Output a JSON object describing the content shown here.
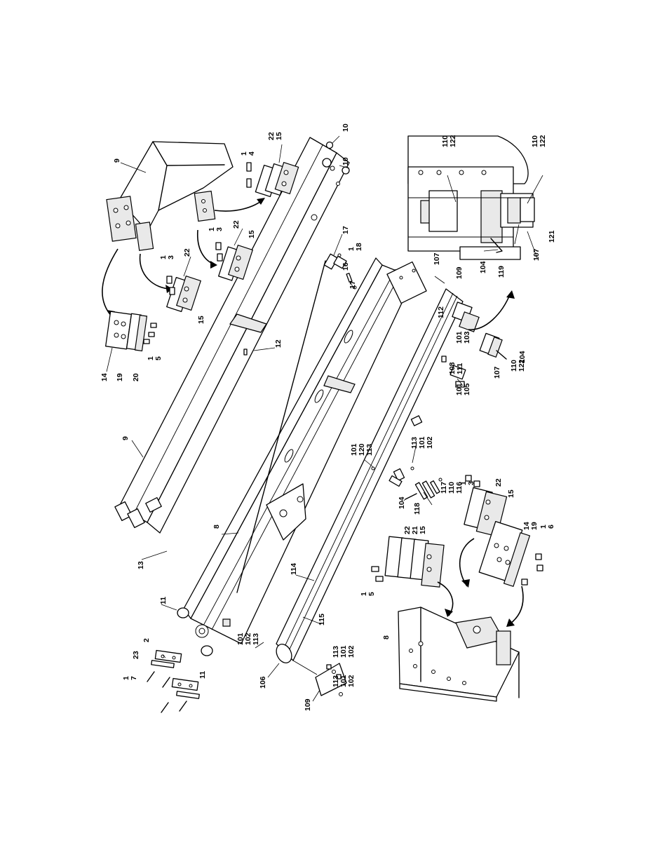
{
  "callouts": [
    {
      "id": "c-9-top",
      "lines": [
        "9"
      ]
    },
    {
      "id": "c-1-4",
      "lines": [
        "1",
        "4"
      ]
    },
    {
      "id": "c-22-15-top",
      "lines": [
        "22",
        "15"
      ]
    },
    {
      "id": "c-10-a",
      "lines": [
        "10"
      ]
    },
    {
      "id": "c-10-b",
      "lines": [
        "10"
      ]
    },
    {
      "id": "c-1-3-a",
      "lines": [
        "1",
        "3"
      ]
    },
    {
      "id": "c-22-a",
      "lines": [
        "22"
      ]
    },
    {
      "id": "c-15-a",
      "lines": [
        "15"
      ]
    },
    {
      "id": "c-1-3-b",
      "lines": [
        "1",
        "3"
      ]
    },
    {
      "id": "c-22-b",
      "lines": [
        "22"
      ]
    },
    {
      "id": "c-15-b",
      "lines": [
        "15"
      ]
    },
    {
      "id": "c-17-a",
      "lines": [
        "17"
      ]
    },
    {
      "id": "c-1-18",
      "lines": [
        "1",
        "18"
      ]
    },
    {
      "id": "c-16",
      "lines": [
        "16"
      ]
    },
    {
      "id": "c-17-b",
      "lines": [
        "17"
      ]
    },
    {
      "id": "c-12",
      "lines": [
        "12"
      ]
    },
    {
      "id": "c-14-a",
      "lines": [
        "14"
      ]
    },
    {
      "id": "c-19-a",
      "lines": [
        "19"
      ]
    },
    {
      "id": "c-20",
      "lines": [
        "20"
      ]
    },
    {
      "id": "c-1-5-a",
      "lines": [
        "1",
        "5"
      ]
    },
    {
      "id": "c-9-mid",
      "lines": [
        "9"
      ]
    },
    {
      "id": "c-13",
      "lines": [
        "13"
      ]
    },
    {
      "id": "c-8-mid",
      "lines": [
        "8"
      ]
    },
    {
      "id": "c-11-a",
      "lines": [
        "11"
      ]
    },
    {
      "id": "c-11-b",
      "lines": [
        "11"
      ]
    },
    {
      "id": "c-2",
      "lines": [
        "2"
      ]
    },
    {
      "id": "c-23",
      "lines": [
        "23"
      ]
    },
    {
      "id": "c-1-7",
      "lines": [
        "1",
        "7"
      ]
    },
    {
      "id": "c-101-102-113",
      "lines": [
        "101",
        "102",
        "113"
      ]
    },
    {
      "id": "c-114",
      "lines": [
        "114"
      ]
    },
    {
      "id": "c-115",
      "lines": [
        "115"
      ]
    },
    {
      "id": "c-106",
      "lines": [
        "106"
      ]
    },
    {
      "id": "c-109-bl",
      "lines": [
        "109"
      ]
    },
    {
      "id": "c-113-101-102-a",
      "lines": [
        "113",
        "101",
        "102"
      ]
    },
    {
      "id": "c-113-101-102-b",
      "lines": [
        "113",
        "101",
        "102"
      ]
    },
    {
      "id": "c-101-120-113",
      "lines": [
        "101",
        "120",
        "113"
      ]
    },
    {
      "id": "c-113-101-102-c",
      "lines": [
        "113",
        "101",
        "102"
      ]
    },
    {
      "id": "c-117-110-116",
      "lines": [
        "117",
        "110",
        "116"
      ]
    },
    {
      "id": "c-104-a",
      "lines": [
        "104"
      ]
    },
    {
      "id": "c-118",
      "lines": [
        "118"
      ]
    },
    {
      "id": "c-22-21-15",
      "lines": [
        "22",
        "21",
        "15"
      ]
    },
    {
      "id": "c-1-5-b",
      "lines": [
        "1",
        "5"
      ]
    },
    {
      "id": "c-1-3-c",
      "lines": [
        "1",
        "3"
      ]
    },
    {
      "id": "c-22-c",
      "lines": [
        "22"
      ]
    },
    {
      "id": "c-15-c",
      "lines": [
        "15"
      ]
    },
    {
      "id": "c-14-19-b",
      "lines": [
        "14",
        "19"
      ]
    },
    {
      "id": "c-1-6",
      "lines": [
        "1",
        "6"
      ]
    },
    {
      "id": "c-8-bottom",
      "lines": [
        "8"
      ]
    },
    {
      "id": "c-108-111",
      "lines": [
        "108",
        "111"
      ]
    },
    {
      "id": "c-101-105",
      "lines": [
        "101",
        "105"
      ]
    },
    {
      "id": "c-107-a",
      "lines": [
        "107"
      ]
    },
    {
      "id": "c-110-122-a",
      "lines": [
        "110",
        "122"
      ]
    },
    {
      "id": "c-104-b",
      "lines": [
        "104"
      ]
    },
    {
      "id": "c-101-103",
      "lines": [
        "101",
        "103"
      ]
    },
    {
      "id": "c-112",
      "lines": [
        "112"
      ]
    },
    {
      "id": "c-110-122-b",
      "lines": [
        "110",
        "122"
      ]
    },
    {
      "id": "c-107-b",
      "lines": [
        "107"
      ]
    },
    {
      "id": "c-109-tr",
      "lines": [
        "109"
      ]
    },
    {
      "id": "c-104-c",
      "lines": [
        "104"
      ]
    },
    {
      "id": "c-119",
      "lines": [
        "119"
      ]
    },
    {
      "id": "c-107-c",
      "lines": [
        "107"
      ]
    },
    {
      "id": "c-121",
      "lines": [
        "121"
      ]
    },
    {
      "id": "c-110-122-c",
      "lines": [
        "110",
        "122"
      ]
    }
  ]
}
